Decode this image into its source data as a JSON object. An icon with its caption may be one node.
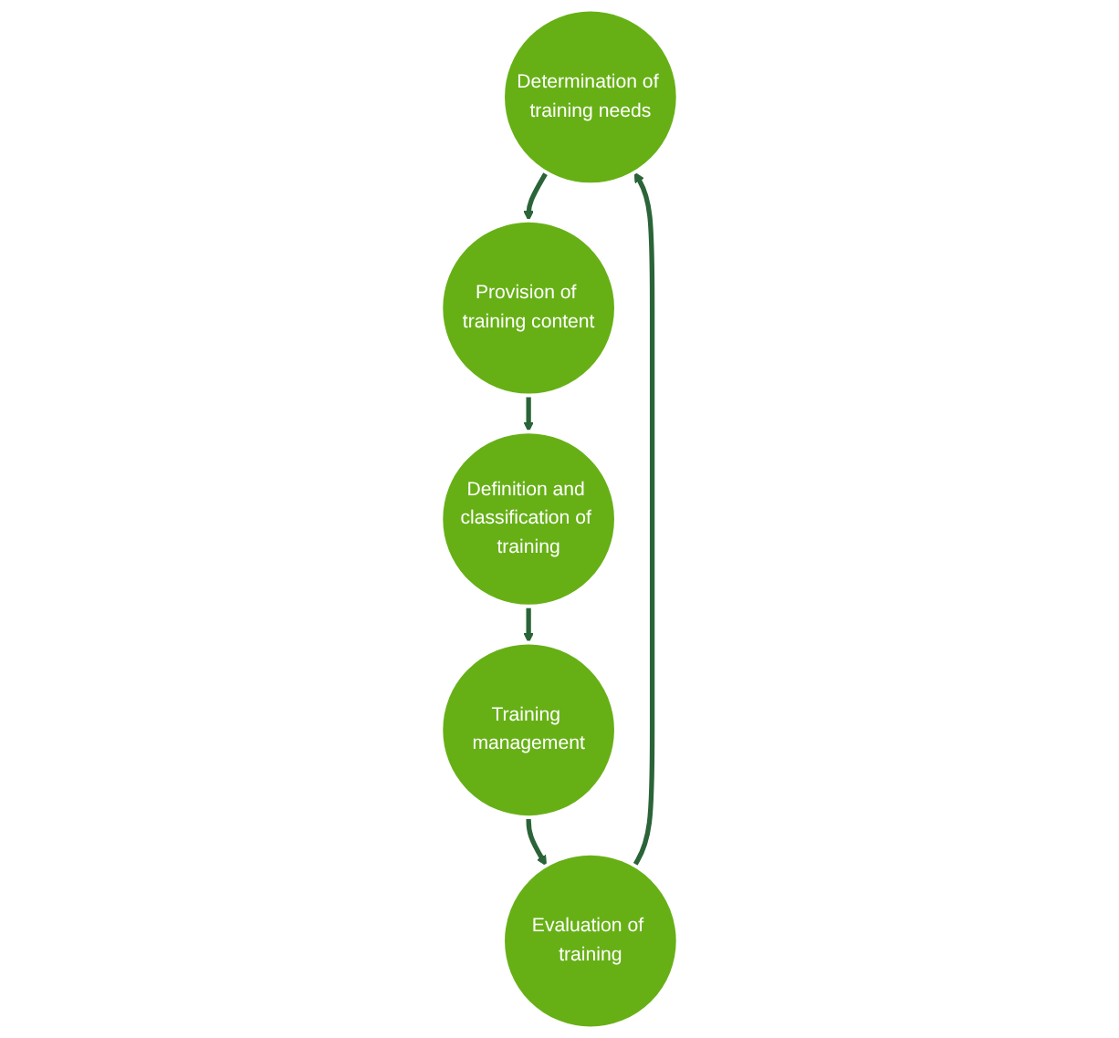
{
  "diagram": {
    "nodes": [
      {
        "text": [
          "Determination of training needs"
        ]
      },
      {
        "text": [
          "Provision of training content"
        ]
      },
      {
        "text": [
          "Definition and classification of training"
        ]
      },
      {
        "text": [
          "Training management"
        ]
      },
      {
        "text": [
          "Evaluation of training"
        ]
      }
    ],
    "edges": [
      {
        "from": 0,
        "to": 1,
        "arrow": "to"
      },
      {
        "from": 1,
        "to": 2,
        "arrow": "to"
      },
      {
        "from": 2,
        "to": 3,
        "arrow": "to"
      },
      {
        "from": 3,
        "to": 4,
        "arrow": "to"
      },
      {
        "from": 4,
        "to": 0,
        "arrow": "to"
      }
    ]
  }
}
